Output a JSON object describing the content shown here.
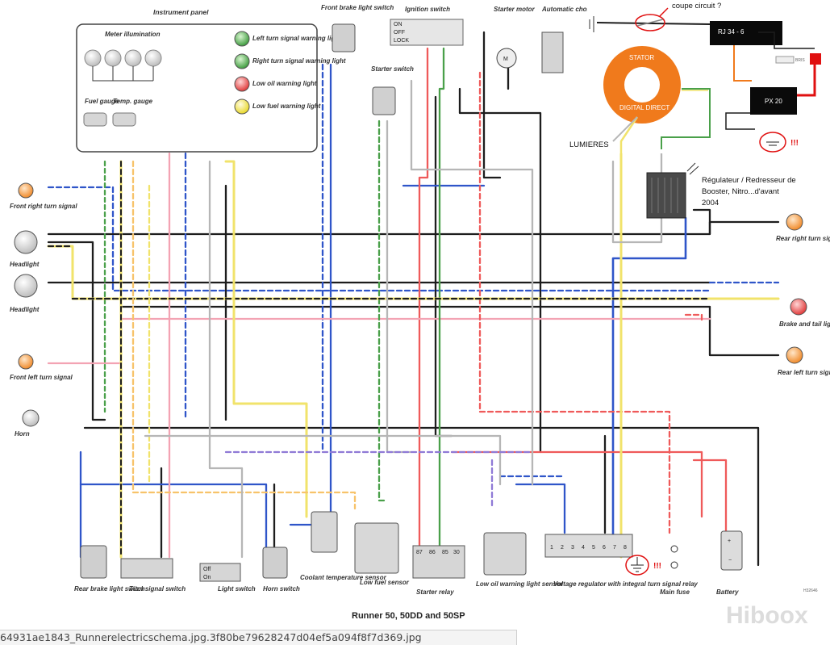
{
  "diagram": {
    "title": "Runner 50, 50DD and 50SP",
    "watermark": "Hiboox",
    "code": "H32646"
  },
  "components": {
    "instrument_panel": "Instrument panel",
    "meter_illumination": "Meter illumination",
    "fuel_gauge": "Fuel gauge",
    "temp_gauge": "Temp. gauge",
    "left_turn_warning": "Left turn signal warning light",
    "right_turn_warning": "Right turn signal warning light",
    "low_oil_warning": "Low oil warning light",
    "low_fuel_warning": "Low fuel warning light",
    "front_brake_switch": "Front brake light switch",
    "ignition_switch": "Ignition switch",
    "ignition_positions": [
      "ON",
      "OFF",
      "LOCK"
    ],
    "starter_switch": "Starter switch",
    "starter_motor": "Starter motor",
    "starter_motor_symbol": "M",
    "automatic_choke": "Automatic choke",
    "front_right_turn": "Front right turn signal",
    "headlight_1": "Headlight",
    "headlight_2": "Headlight",
    "front_left_turn": "Front left turn signal",
    "horn": "Horn",
    "rear_right_turn": "Rear right turn signal",
    "brake_tail_light": "Brake and tail light",
    "rear_left_turn": "Rear left turn signal",
    "rear_brake_switch": "Rear brake light switch",
    "turn_signal_switch": "Turn signal switch",
    "light_switch": "Light switch",
    "light_switch_positions": [
      "Off",
      "On"
    ],
    "horn_switch": "Horn switch",
    "coolant_sensor": "Coolant temperature sensor",
    "low_fuel_sensor": "Low fuel sensor",
    "starter_relay": "Starter relay",
    "starter_relay_pins": [
      "87",
      "86",
      "85",
      "30"
    ],
    "low_oil_sensor": "Low oil warning light sensor",
    "voltage_regulator": "Voltage regulator with integral turn signal relay",
    "regulator_pins": [
      "1",
      "2",
      "3",
      "4",
      "5",
      "6",
      "7",
      "8"
    ],
    "main_fuse": "Main fuse",
    "battery": "Battery"
  },
  "annotations": {
    "coupe_circuit": "coupe circuit ?",
    "rj_box": "RJ 34 - 6",
    "stator": "STATOR",
    "digital_direct": "DIGITAL DIRECT",
    "lumieres": "LUMIERES",
    "px_box": "PX 20",
    "bris": "BRIS",
    "exclaim": "!!!",
    "regulateur": "Régulateur / Redresseur de Booster, Nitro...d'avant 2004"
  },
  "caption": {
    "filename": "64931ae1843_Runnerelectricschema.jpg.3f80be79628247d04ef5a094f8f7d369.jpg"
  },
  "colors": {
    "red": "#ef5a5a",
    "pink": "#f3a3b3",
    "blue": "#2f55c9",
    "yellow": "#f1e36b",
    "green": "#4aa04a",
    "black": "#1d1d1d",
    "orange": "#f07a1c",
    "annotation_red": "#e01010"
  }
}
